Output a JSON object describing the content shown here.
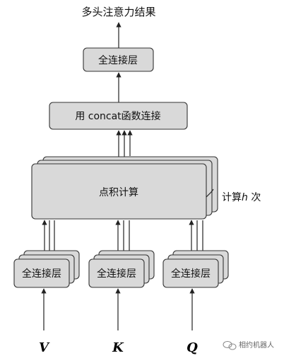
{
  "title": "多头注意力结果",
  "fc_top_label": "全连接层",
  "concat_label": "用 concat函数连接",
  "dot_label": "点积计算",
  "repeat_label_prefix": "计算",
  "repeat_label_var": "h",
  "repeat_label_suffix": " 次",
  "fc_v_label": "全连接层",
  "fc_k_label": "全连接层",
  "fc_q_label": "全连接层",
  "inputs": {
    "v": "V",
    "k": "K",
    "q": "Q"
  },
  "watermark": "相约机器人",
  "colors": {
    "box_fill": "#d9d9d9",
    "box_stroke": "#333333"
  }
}
